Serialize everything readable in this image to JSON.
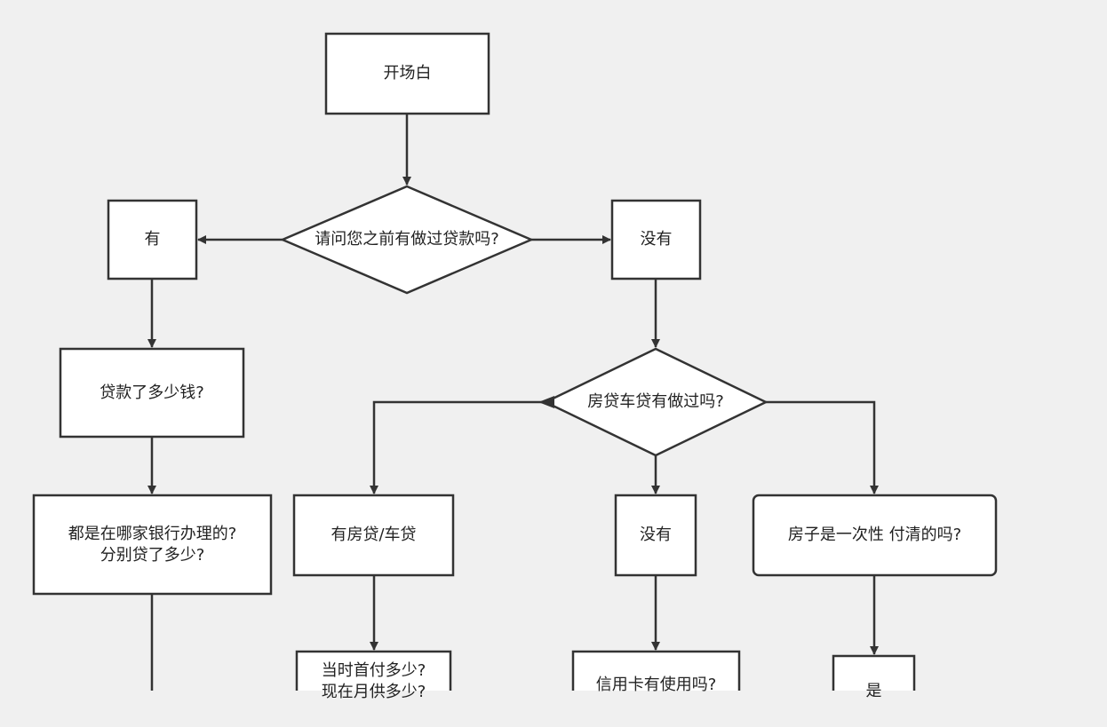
{
  "nodes": {
    "start": "开场白",
    "q_loan": "请问您之前有做过贷款吗?",
    "yes": "有",
    "no": "没有",
    "loan_amount": "贷款了多少钱?",
    "banks_line1": "都是在哪家银行办理的?",
    "banks_line2": "分别贷了多少?",
    "q_house_car": "房贷车贷有做过吗?",
    "has_house_car": "有房贷/车贷",
    "no2": "没有",
    "q_paid_full": "房子是一次性 付清的吗?",
    "down_payment_line1": "当时首付多少?",
    "down_payment_line2": "现在月供多少?",
    "q_credit_card": "信用卡有使用吗?",
    "partial_bottom": "是"
  },
  "colors": {
    "background": "#f0f0f0",
    "node_fill": "#ffffff",
    "stroke": "#333333",
    "text": "#222222"
  }
}
